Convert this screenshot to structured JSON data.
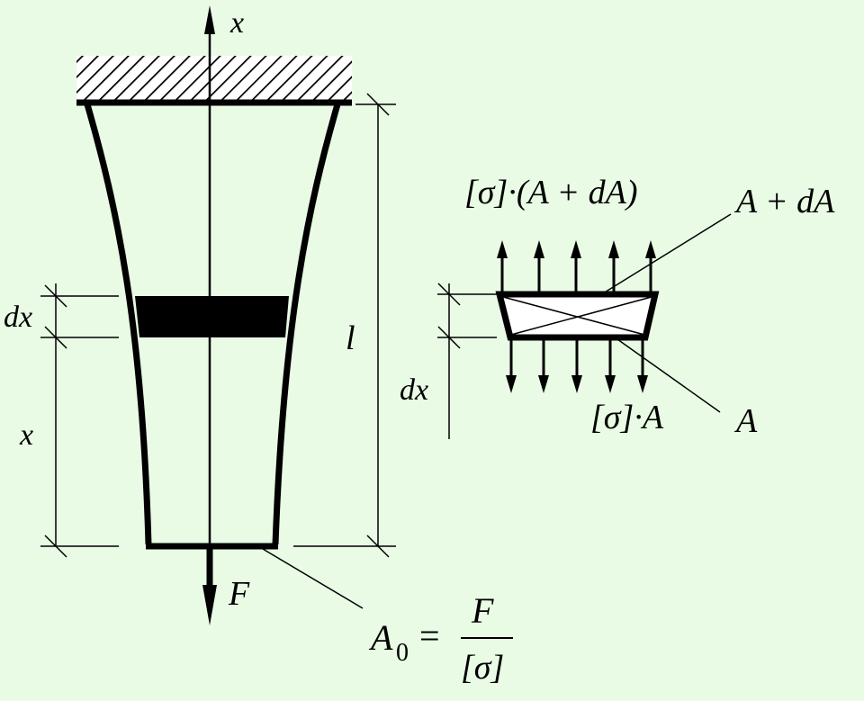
{
  "colors": {
    "background": "#e9fbe5",
    "ink": "#000000",
    "hatch_fill": "#ffffff"
  },
  "bar": {
    "axis_label": "x",
    "force_label": "F",
    "length_label": "l",
    "position_label": "x",
    "element_label": "dx"
  },
  "area_formula": {
    "lhs": "A",
    "lhs_sub": "0",
    "equals": "=",
    "numerator": "F",
    "denominator": "[σ]"
  },
  "element": {
    "top_force": "[σ]·(A + dA)",
    "bottom_force": "[σ]·A",
    "top_area": "A + dA",
    "bottom_area": "A",
    "height_label": "dx"
  }
}
